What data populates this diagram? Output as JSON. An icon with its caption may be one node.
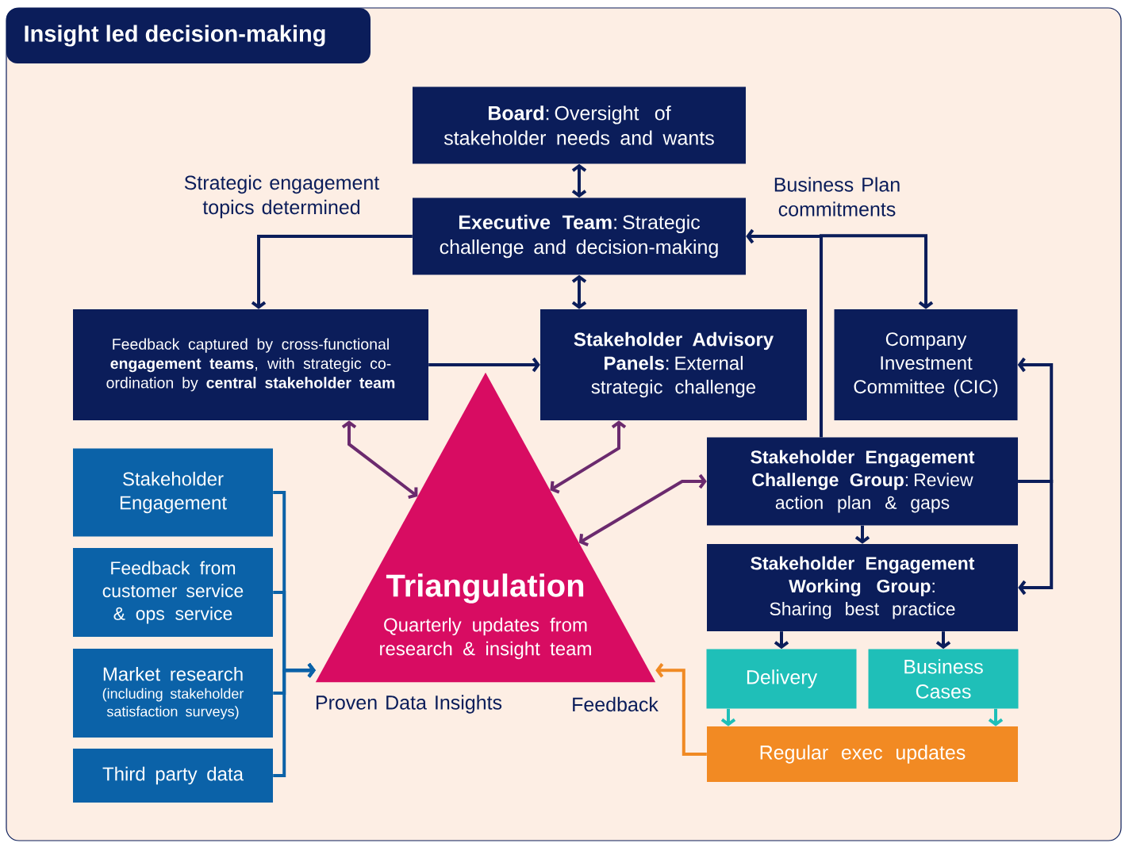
{
  "diagram": {
    "title": "Insight led decision-making",
    "nodes": [
      {
        "text": [
          "**Board**: Oversight of stakeholder needs and wants"
        ]
      },
      {
        "text": [
          "**Executive Team**: Strategic challenge and decision-making"
        ]
      },
      {
        "text": [
          "Feedback captured by cross-functional **engagement teams**, with strategic co-ordination by **central stakeholder team**"
        ]
      },
      {
        "text": [
          "**Stakeholder Advisory Panels**: External strategic challenge"
        ]
      },
      {
        "text": [
          "Company Investment Committee (CIC)"
        ]
      },
      {
        "text": [
          "**Stakeholder Engagement Challenge Group**: Review action plan & gaps"
        ]
      },
      {
        "text": [
          "**Stakeholder Engagement Working Group**: Sharing best practice"
        ]
      },
      {
        "text": [
          "Stakeholder Engagement"
        ]
      },
      {
        "text": [
          "Feedback from customer service & ops service"
        ]
      },
      {
        "text": [
          "Market research",
          "(including stakeholder satisfaction surveys)"
        ]
      },
      {
        "text": [
          "Third party data"
        ]
      },
      {
        "text": [
          "Triangulation",
          "Quarterly updates from research & insight team"
        ]
      },
      {
        "text": [
          "Delivery"
        ]
      },
      {
        "text": [
          "Business Cases"
        ]
      },
      {
        "text": [
          "Regular exec updates"
        ]
      }
    ],
    "edges": [
      {
        "from": 0,
        "to": 1,
        "arrow": "both"
      },
      {
        "from": 1,
        "to": 2,
        "arrow": "to",
        "label": "Strategic engagement topics determined"
      },
      {
        "from": 1,
        "to": 3,
        "arrow": "both"
      },
      {
        "from": 2,
        "to": 3,
        "arrow": "to"
      },
      {
        "from": 2,
        "to": 11,
        "arrow": "both",
        "color": "#6b2a6e"
      },
      {
        "from": 3,
        "to": 11,
        "arrow": "both",
        "color": "#6b2a6e"
      },
      {
        "from": 5,
        "to": 1,
        "arrow": "to",
        "label": "Business Plan commitments"
      },
      {
        "from": 5,
        "to": 4,
        "arrow": "to"
      },
      {
        "from": 5,
        "to": 4,
        "arrow": "to"
      },
      {
        "from": 5,
        "to": 6,
        "arrow": "to"
      },
      {
        "from": 5,
        "to": 11,
        "arrow": "both",
        "color": "#6b2a6e"
      },
      {
        "from": 5,
        "to": 6,
        "arrow": "to"
      },
      {
        "from": 6,
        "to": 12,
        "arrow": "to"
      },
      {
        "from": 6,
        "to": 13,
        "arrow": "to"
      },
      {
        "from": 12,
        "to": 14,
        "arrow": "to",
        "color": "#1fbfb8"
      },
      {
        "from": 13,
        "to": 14,
        "arrow": "to",
        "color": "#1fbfb8"
      },
      {
        "from": 14,
        "to": 11,
        "arrow": "to",
        "color": "#f08a24"
      },
      {
        "from": 7,
        "to": 11,
        "arrow": "to",
        "color": "#0b62a8"
      },
      {
        "from": 8,
        "to": 11,
        "arrow": "to",
        "color": "#0b62a8"
      },
      {
        "from": 9,
        "to": 11,
        "arrow": "to",
        "color": "#0b62a8"
      },
      {
        "from": 10,
        "to": 11,
        "arrow": "to",
        "color": "#0b62a8"
      }
    ],
    "labels": [
      "Proven Data Insights",
      "Feedback"
    ]
  }
}
